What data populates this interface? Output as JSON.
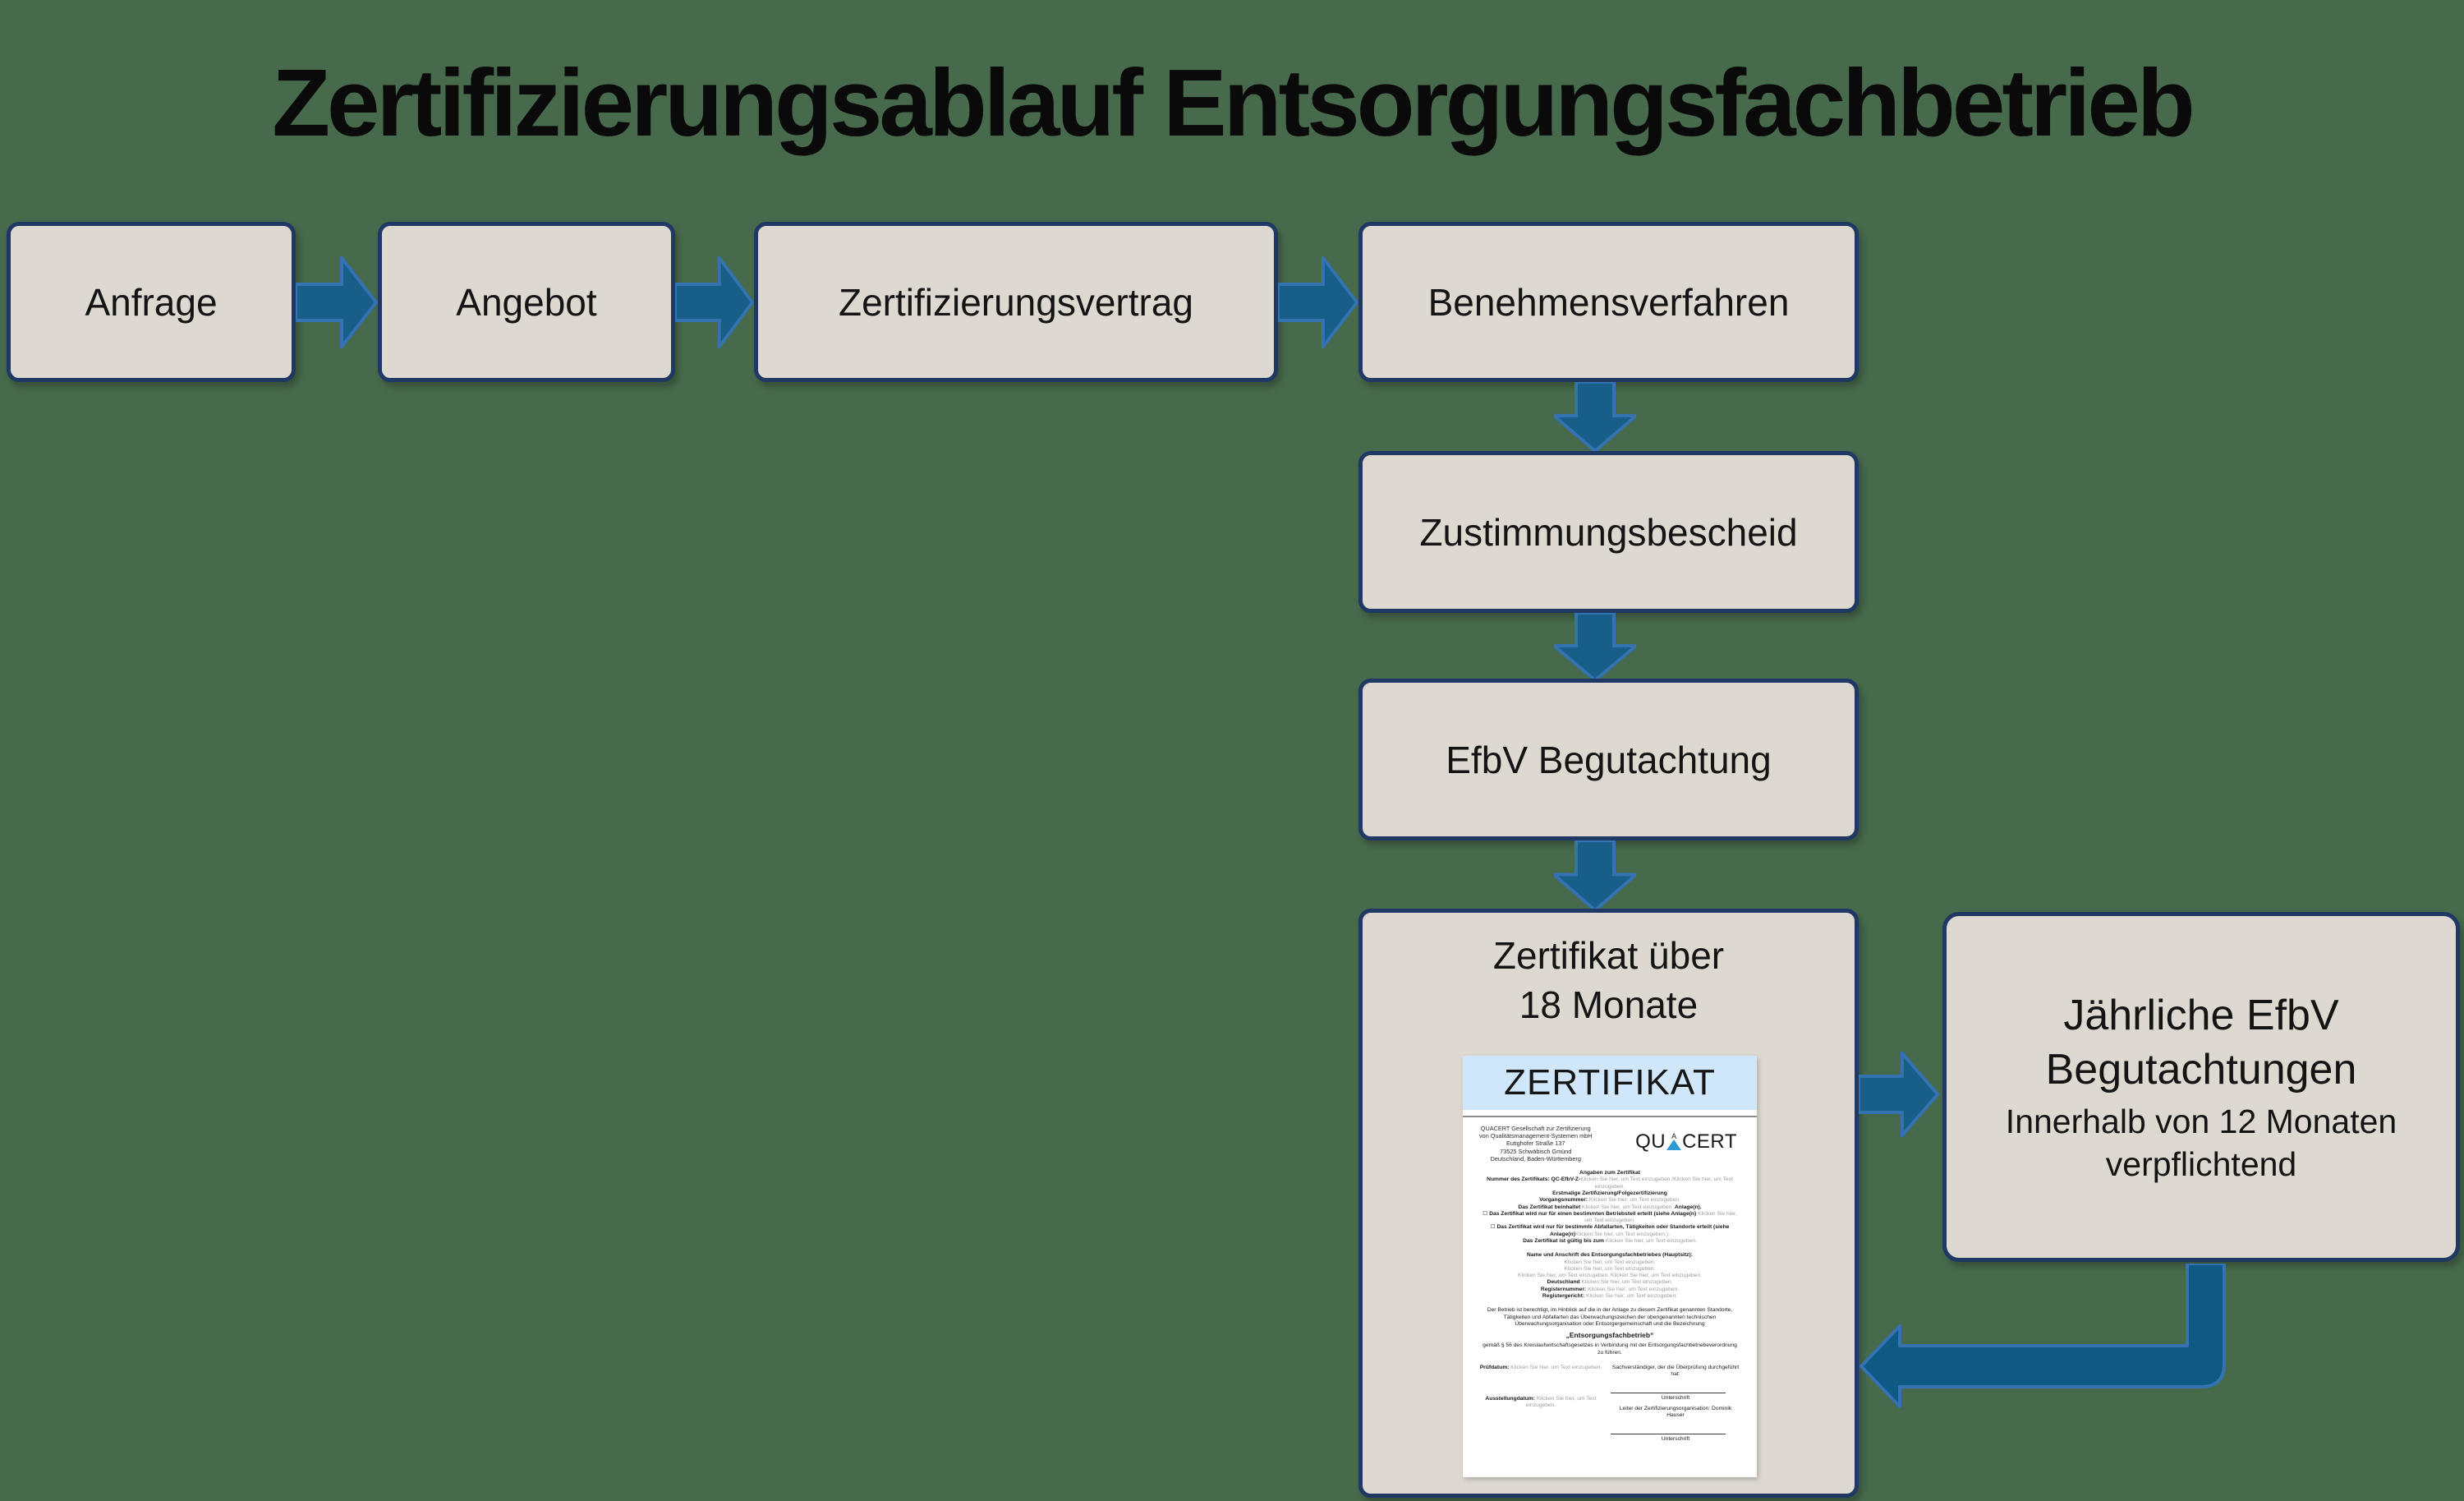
{
  "title": "Zertifizierungsablauf Entsorgungsfachbetrieb",
  "colors": {
    "background": "#486A4C",
    "box_fill": "#DDD9D1",
    "box_border": "#1F3864",
    "arrow_fill": "#175E89",
    "arrow_stroke": "#3472B2",
    "loop_fill": "#0F5A84",
    "cert_band": "#CFE7F8",
    "divider": "#8F8F8F",
    "triangle": "#2E9BD5"
  },
  "nodes": {
    "anfrage": "Anfrage",
    "angebot": "Angebot",
    "vertrag": "Zertifizierungsvertrag",
    "benehmen": "Benehmensverfahren",
    "zustimmung": "Zustimmungsbescheid",
    "efbv": "EfbV Begutachtung",
    "zertifikat_line1": "Zertifikat über",
    "zertifikat_line2": "18 Monate",
    "jaehrlich_line1": "Jährliche EfbV",
    "jaehrlich_line2": "Begutachtungen",
    "jaehrlich_sub": "Innerhalb von 12 Monaten verpflichtend"
  },
  "certificate": {
    "header": "ZERTIFIKAT",
    "address": [
      "QUACERT Gesellschaft zur Zertifizierung",
      "von Qualitätsmanagement-Systemen mbH",
      "Eutighofer Straße 137",
      "73525 Schwäbisch Gmünd",
      "Deutschland, Baden-Württemberg"
    ],
    "logo": {
      "qu": "QU",
      "a": "A",
      "cert": "CERT"
    },
    "body": [
      {
        "seg": [
          [
            "b",
            "Angaben zum Zertifikat"
          ]
        ]
      },
      {
        "seg": [
          [
            "b",
            "Nummer des Zertifikats: QC-EfbV-Z-"
          ],
          [
            "g",
            "Klicken Sie hier, um Text einzugeben./Klicken Sie hier, um Text einzugeben."
          ]
        ]
      },
      {
        "seg": [
          [
            "b",
            "Erstmalige Zertifizierung/Folgezertifizierung"
          ]
        ]
      },
      {
        "seg": [
          [
            "b",
            "Vorgangsnummer: "
          ],
          [
            "g",
            "Klicken Sie hier, um Text einzugeben."
          ]
        ]
      },
      {
        "seg": [
          [
            "b",
            "Das Zertifikat beinhaltet "
          ],
          [
            "g",
            "Klicken Sie hier, um Text einzugeben. "
          ],
          [
            "b",
            "Anlage(n)."
          ]
        ]
      },
      {
        "seg": [
          [
            "n",
            "☐ "
          ],
          [
            "b",
            "Das Zertifikat wird nur für einen bestimmten Betriebsteil erteilt (siehe Anlage(n) "
          ],
          [
            "g",
            "Klicken Sie hier, um Text einzugeben."
          ]
        ]
      },
      {
        "seg": [
          [
            "n",
            "☐ "
          ],
          [
            "b",
            "Das Zertifikat wird nur für bestimmte Abfallarten, Tätigkeiten oder Standorte erteilt (siehe Anlage(n)"
          ],
          [
            "g",
            "Klicken Sie hier, um Text einzugeben.)."
          ]
        ]
      },
      {
        "seg": [
          [
            "b",
            "Das Zertifikat ist gültig bis zum "
          ],
          [
            "g",
            "Klicken Sie hier, um Text einzugeben."
          ]
        ]
      },
      {
        "before": 9,
        "seg": [
          [
            "b",
            "Name und Anschrift des Entsorgungsfachbetriebes (Hauptsitz):"
          ]
        ]
      },
      {
        "seg": [
          [
            "g",
            "Klicken Sie hier, um Text einzugeben."
          ]
        ]
      },
      {
        "seg": [
          [
            "g",
            "Klicken Sie hier, um Text einzugeben."
          ]
        ]
      },
      {
        "seg": [
          [
            "g",
            "Klicken Sie hier, um Text einzugeben.   Klicken Sie hier, um Text einzugeben."
          ]
        ]
      },
      {
        "seg": [
          [
            "b",
            "Deutschland "
          ],
          [
            "g",
            "Klicken Sie hier, um Text einzugeben."
          ]
        ]
      },
      {
        "seg": [
          [
            "b",
            "Registernummer: "
          ],
          [
            "g",
            "Klicken Sie hier, um Text einzugeben."
          ]
        ]
      },
      {
        "seg": [
          [
            "b",
            "Registergericht: "
          ],
          [
            "g",
            "Klicken Sie hier, um Text einzugeben."
          ]
        ]
      },
      {
        "before": 9,
        "seg": [
          [
            "n",
            "Der Betrieb ist berechtigt, im Hinblick auf die in der Anlage zu diesem Zertifikat genannten Standorte, Tätigkeiten und Abfallarten das Überwachungszeichen der obengenannten technischen Überwachungsorganisation oder Entsorgergemeinschaft und die Bezeichnung"
          ]
        ]
      },
      {
        "center": true,
        "before": 4,
        "after": 4,
        "seg": [
          [
            "b",
            "„Entsorgungsfachbetrieb“"
          ]
        ]
      },
      {
        "seg": [
          [
            "n",
            "gemäß § 56 des Kreislaufwirtschaftsgesetzes in Verbindung mit der Entsorgungsfachbetriebeverordnung zu führen."
          ]
        ]
      }
    ],
    "footer": {
      "left": [
        {
          "seg": [
            [
              "b",
              "Prüfdatum: "
            ],
            [
              "g",
              "Klicken Sie hier, um Text einzugeben."
            ]
          ]
        },
        {
          "before": 30,
          "seg": [
            [
              "b",
              "Ausstellungdatum: "
            ],
            [
              "g",
              "Klicken Sie hier, um Text einzugeben."
            ]
          ]
        }
      ],
      "right": [
        {
          "seg": [
            [
              "n",
              "Sachverständiger, der die Überprüfung durchgeführt hat:"
            ]
          ]
        },
        {
          "sig": true,
          "before": 16
        },
        {
          "seg": [
            [
              "n",
              "Unterschrift"
            ]
          ]
        },
        {
          "before": 4,
          "seg": [
            [
              "n",
              "Leiter der Zertifizierungsorganisation: Dominik Hauser"
            ]
          ]
        },
        {
          "sig": true,
          "before": 16
        },
        {
          "seg": [
            [
              "n",
              "Unterschrift"
            ]
          ]
        }
      ]
    }
  }
}
